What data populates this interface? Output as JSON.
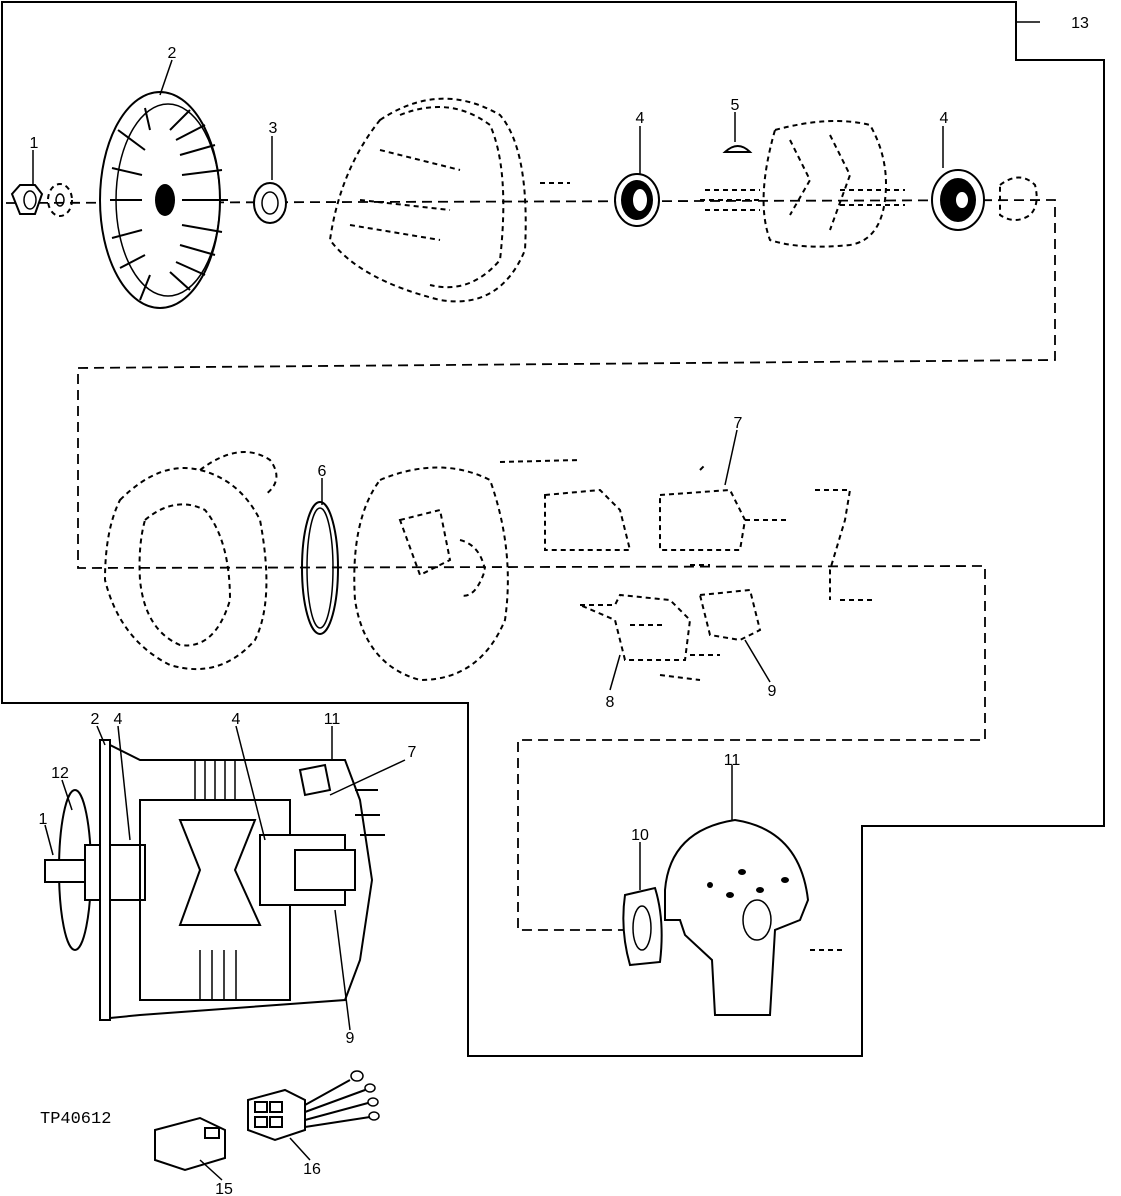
{
  "figure_id": "TP40612",
  "callouts": {
    "c1": "1",
    "c2": "2",
    "c3": "3",
    "c4a": "4",
    "c4b": "4",
    "c5": "5",
    "c6": "6",
    "c7": "7",
    "c8": "8",
    "c9": "9",
    "c10": "10",
    "c11": "11",
    "c13": "13",
    "x_c1": "1",
    "x_c2": "2",
    "x_c4a": "4",
    "x_c4b": "4",
    "x_c7": "7",
    "x_c9": "9",
    "x_c11": "11",
    "x_c12": "12",
    "c15": "15",
    "c16": "16"
  }
}
